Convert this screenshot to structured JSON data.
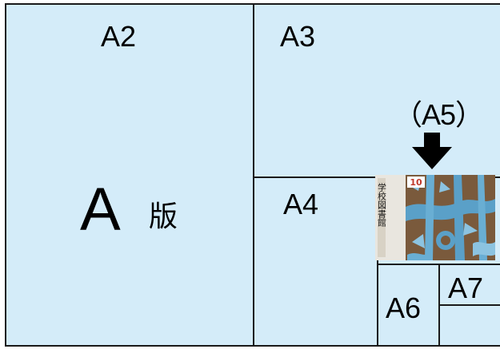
{
  "diagram": {
    "title_letter": "A",
    "title_kanji": "版",
    "labels": {
      "a2": "A2",
      "a3": "A3",
      "a4": "A4",
      "a5": "（A5）",
      "a6": "A6",
      "a7": "A7"
    },
    "magazine_cover": {
      "vertical_title": "学校図書館",
      "issue_number": "10"
    },
    "colors": {
      "panel_fill": "#d4ecf9",
      "border": "#1a1a1a",
      "text": "#000000",
      "cover_blue": "#5aa0c8",
      "cover_brown": "#7a5a3c"
    },
    "icons": [
      "down-arrow-icon"
    ]
  }
}
